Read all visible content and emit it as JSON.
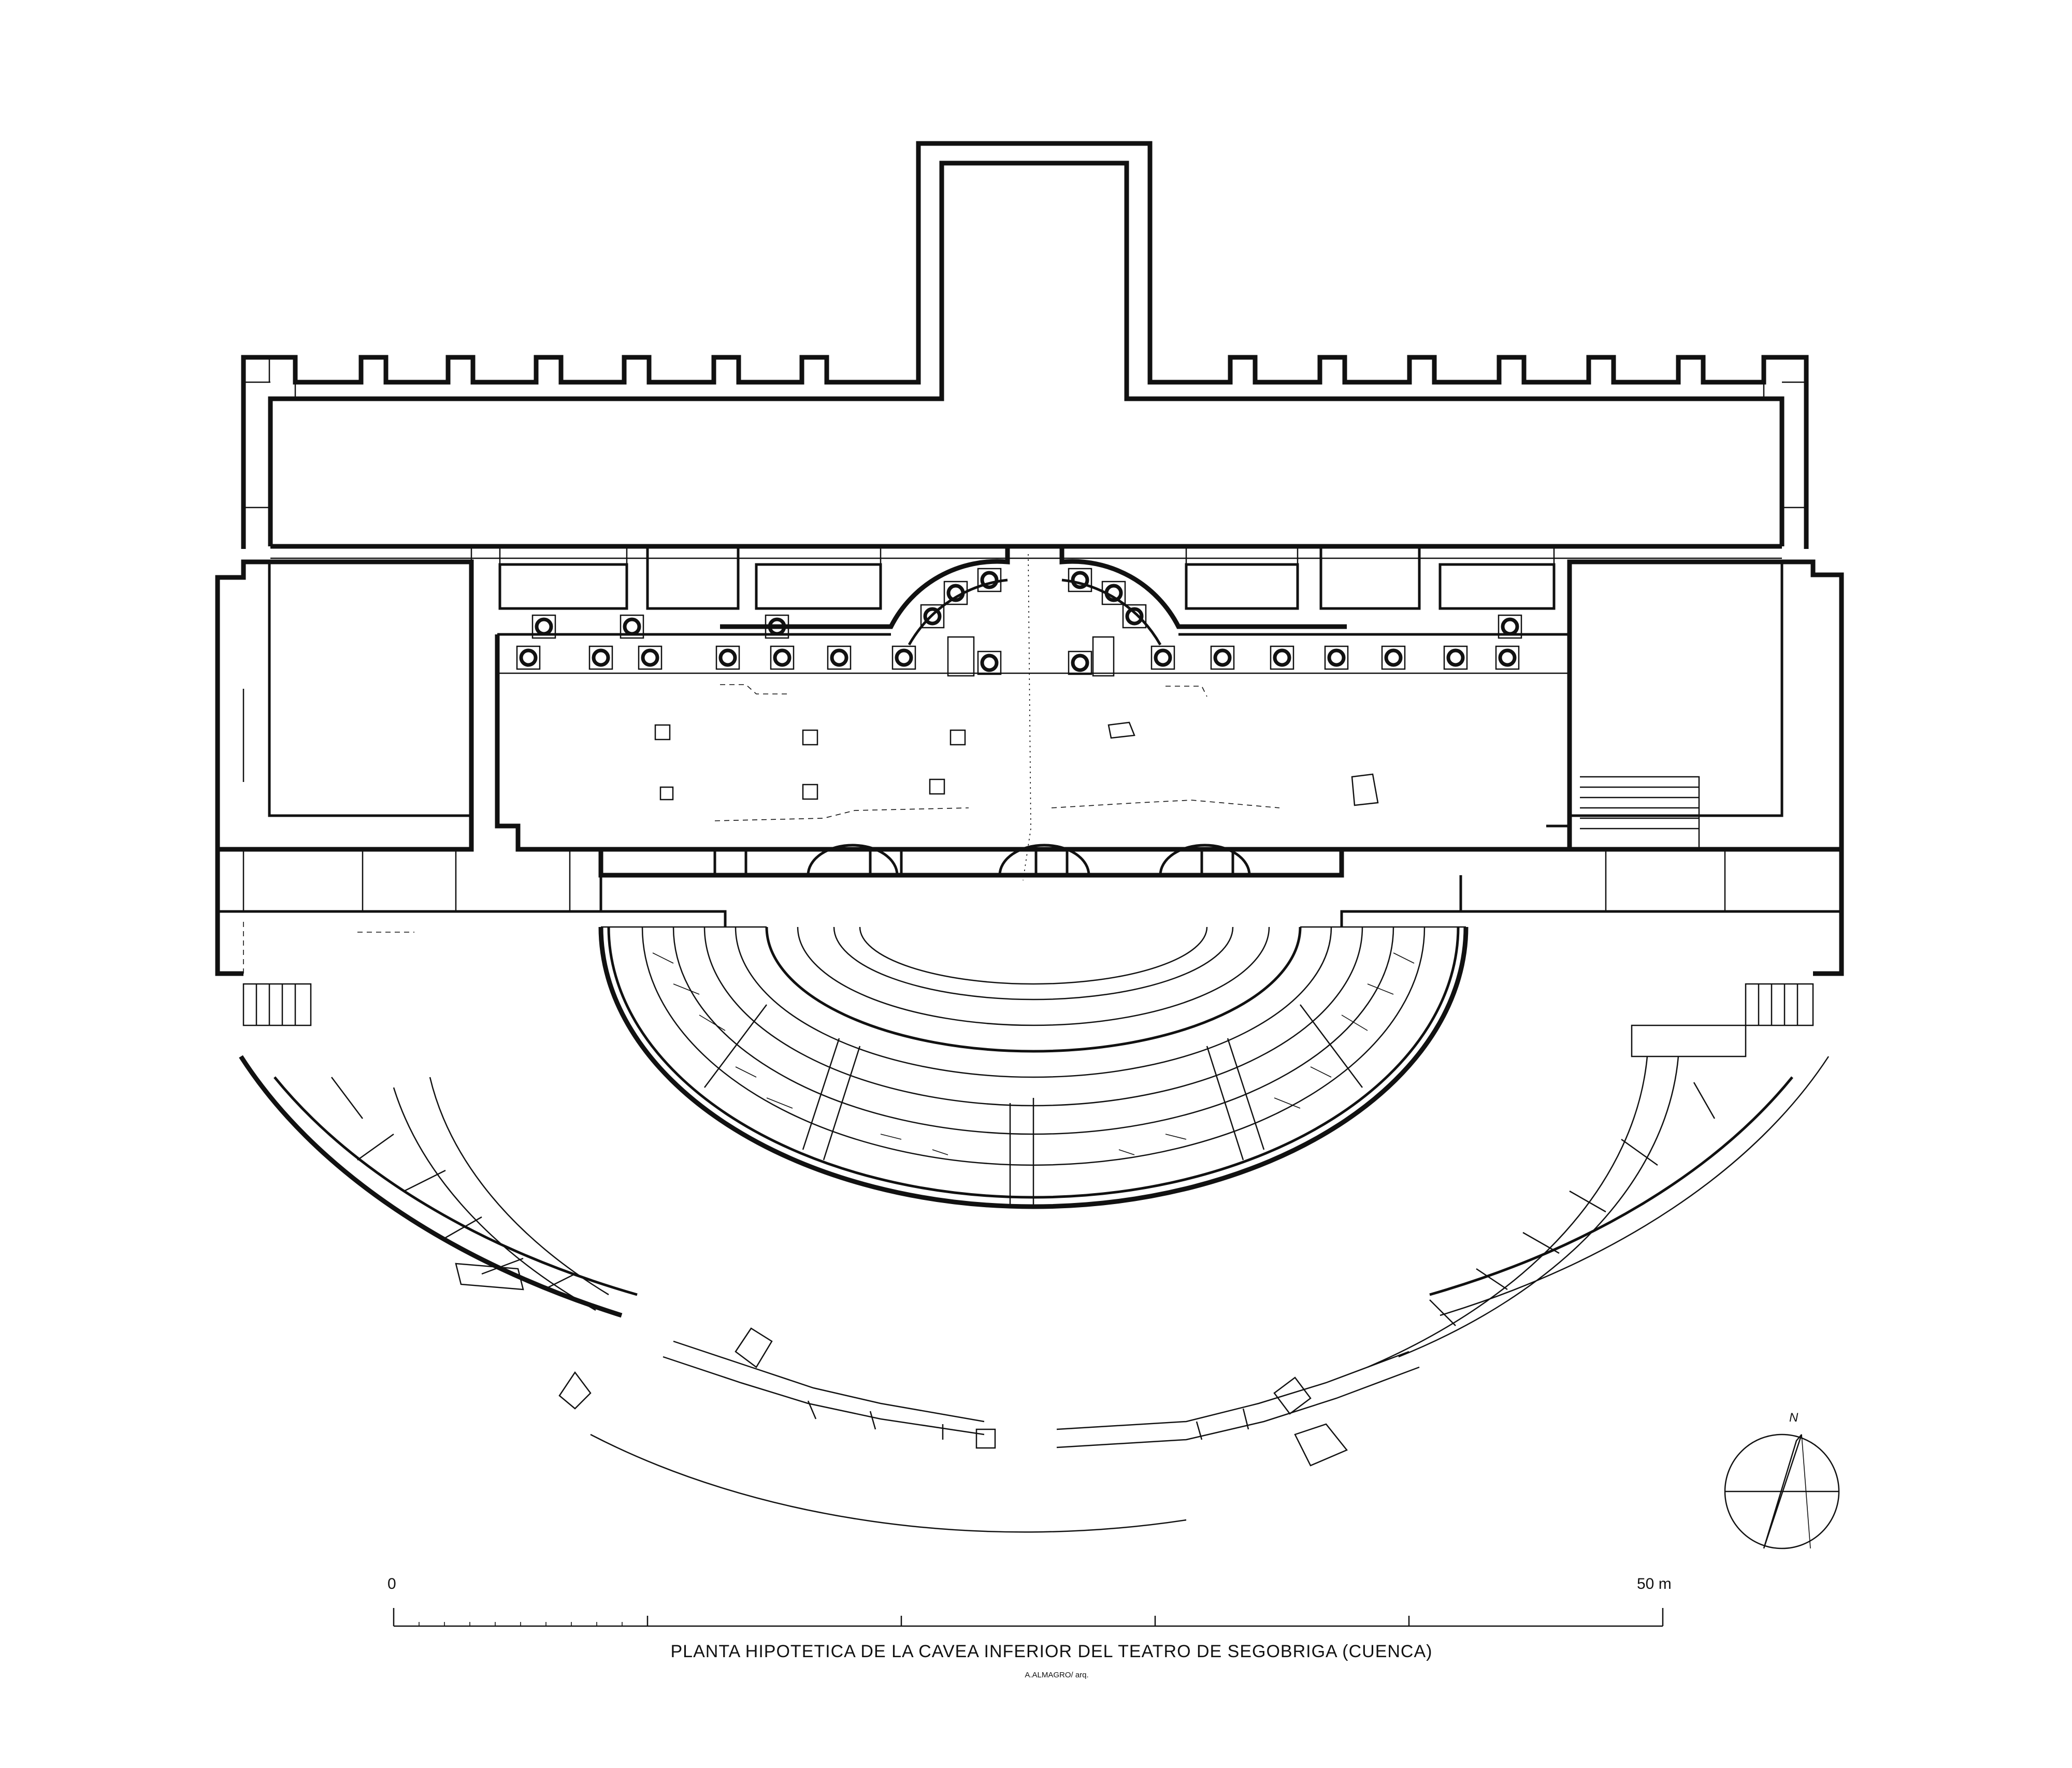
{
  "drawing": {
    "title": "PLANTA HIPOTETICA DE LA CAVEA INFERIOR DEL TEATRO  DE SEGOBRIGA (CUENCA)",
    "credit": "A.ALMAGRO/ arq.",
    "scale_bar": {
      "start_label": "0",
      "end_label": "50 m",
      "divisions": 5
    },
    "north_arrow": {
      "label": "N"
    },
    "column_count": 26
  }
}
